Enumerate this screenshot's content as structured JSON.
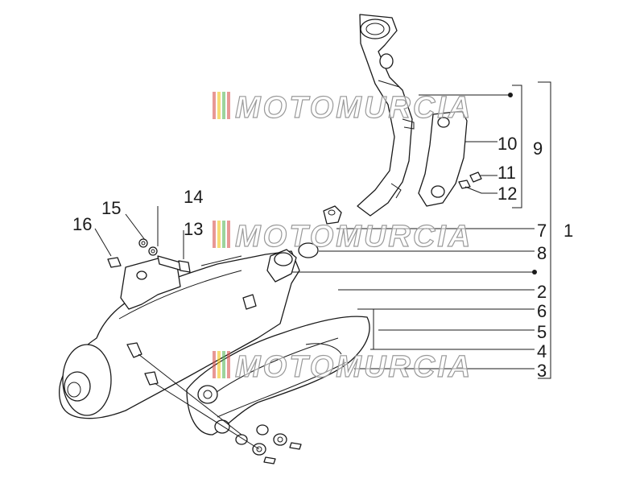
{
  "watermark": {
    "text": "MOTOMURCIA"
  },
  "callouts": [
    {
      "id": "1",
      "label": "1"
    },
    {
      "id": "2",
      "label": "2"
    },
    {
      "id": "3",
      "label": "3"
    },
    {
      "id": "4",
      "label": "4"
    },
    {
      "id": "5",
      "label": "5"
    },
    {
      "id": "6",
      "label": "6"
    },
    {
      "id": "7",
      "label": "7"
    },
    {
      "id": "8",
      "label": "8"
    },
    {
      "id": "9",
      "label": "9"
    },
    {
      "id": "10",
      "label": "10"
    },
    {
      "id": "11",
      "label": "11"
    },
    {
      "id": "12",
      "label": "12"
    },
    {
      "id": "13",
      "label": "13"
    },
    {
      "id": "14",
      "label": "14"
    },
    {
      "id": "15",
      "label": "15"
    },
    {
      "id": "16",
      "label": "16"
    }
  ],
  "colors": {
    "line": "#1a1a1a",
    "watermark_outline": "#9a9a9a",
    "stripe_red": "#d9534f",
    "stripe_yellow": "#f0c419",
    "stripe_green": "#5cb85c"
  }
}
